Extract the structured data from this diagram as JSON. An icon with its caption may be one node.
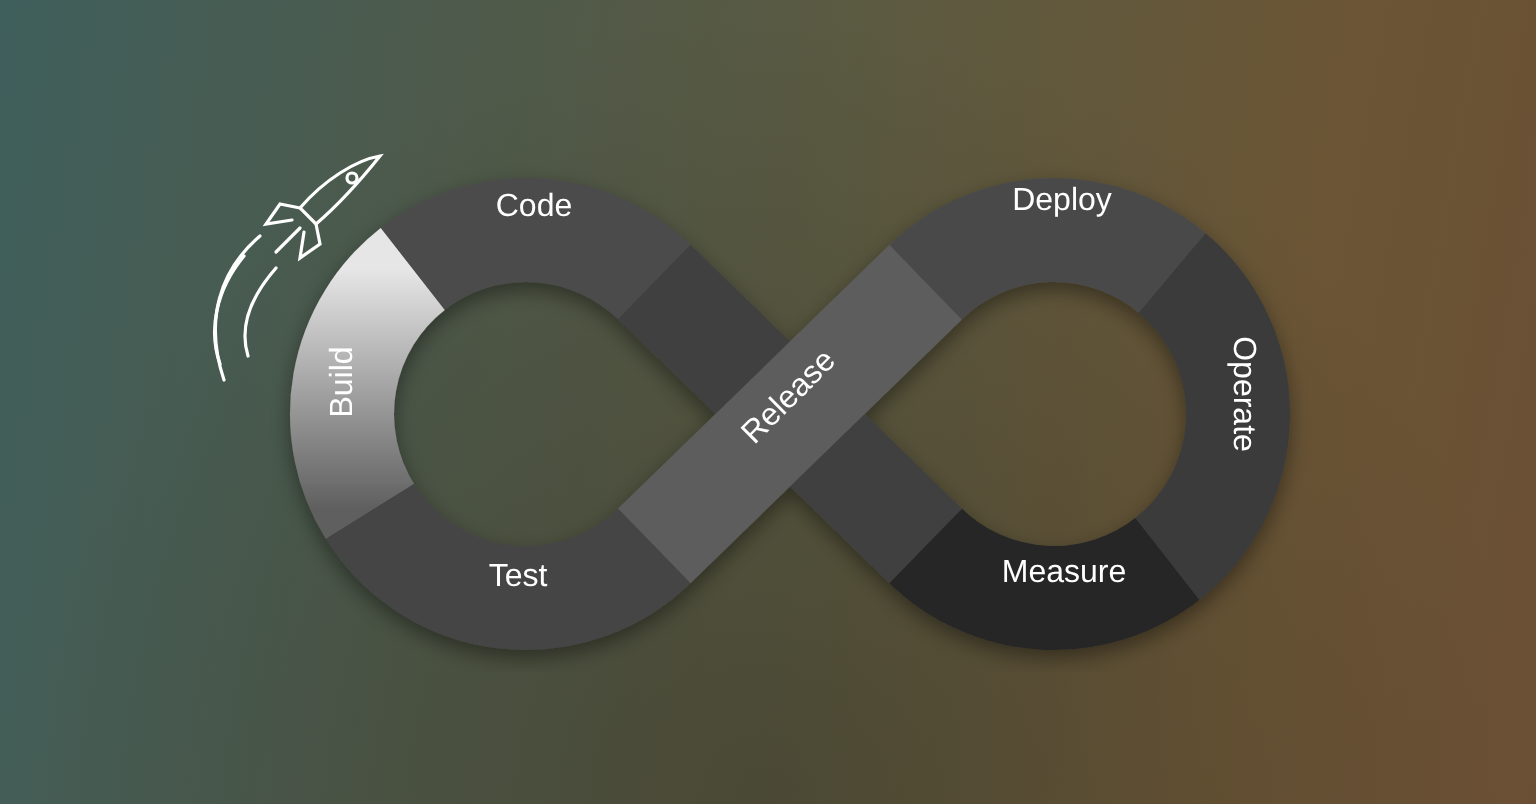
{
  "diagram": {
    "nodes": [
      {
        "text": [
          "Code"
        ]
      },
      {
        "text": [
          "Build"
        ]
      },
      {
        "text": [
          "Test"
        ]
      },
      {
        "text": [
          "Release"
        ]
      },
      {
        "text": [
          "Deploy"
        ]
      },
      {
        "text": [
          "Operate"
        ]
      },
      {
        "text": [
          "Measure"
        ]
      }
    ]
  }
}
